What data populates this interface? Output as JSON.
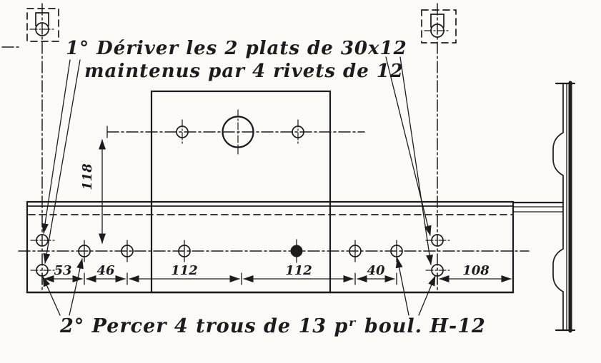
{
  "drawing": {
    "notes": {
      "step1_line1": "1° Dériver les 2 plats de 30x12",
      "step1_line2": "maintenus par 4 rivets de 12",
      "step2": "2° Percer 4 trous de 13 pʳ boul. H-12"
    },
    "dimensions": {
      "plate_height": "118",
      "spacing_53": "53",
      "spacing_46": "46",
      "spacing_112_left": "112",
      "spacing_112_right": "112",
      "spacing_40": "40",
      "spacing_108": "108"
    },
    "colors": {
      "ink": "#1c1c1c",
      "paper": "#fbfaf7"
    }
  }
}
